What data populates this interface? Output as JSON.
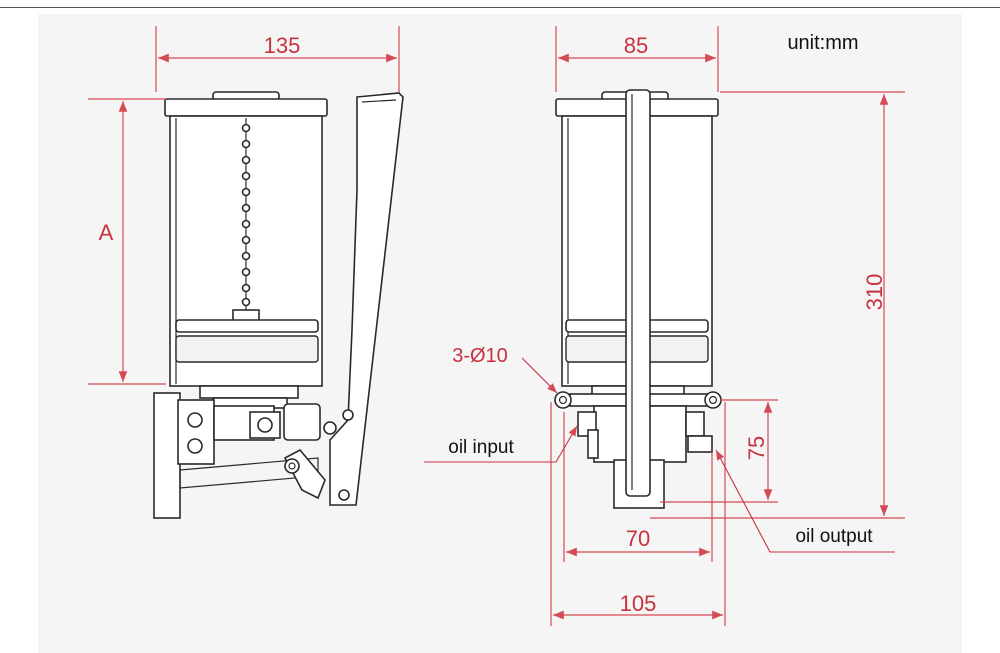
{
  "unit_label": "unit:mm",
  "dimensions": {
    "left_width": "135",
    "left_height": "A",
    "right_width": "85",
    "total_height": "310",
    "base_height": "75",
    "inner_width": "70",
    "outer_width": "105",
    "holes": "3-Ø10"
  },
  "callouts": {
    "oil_input": "oil input",
    "oil_output": "oil output"
  },
  "colors": {
    "dimension": "#d44a55",
    "line": "#2a2a2a",
    "background": "#f5f5f5"
  }
}
